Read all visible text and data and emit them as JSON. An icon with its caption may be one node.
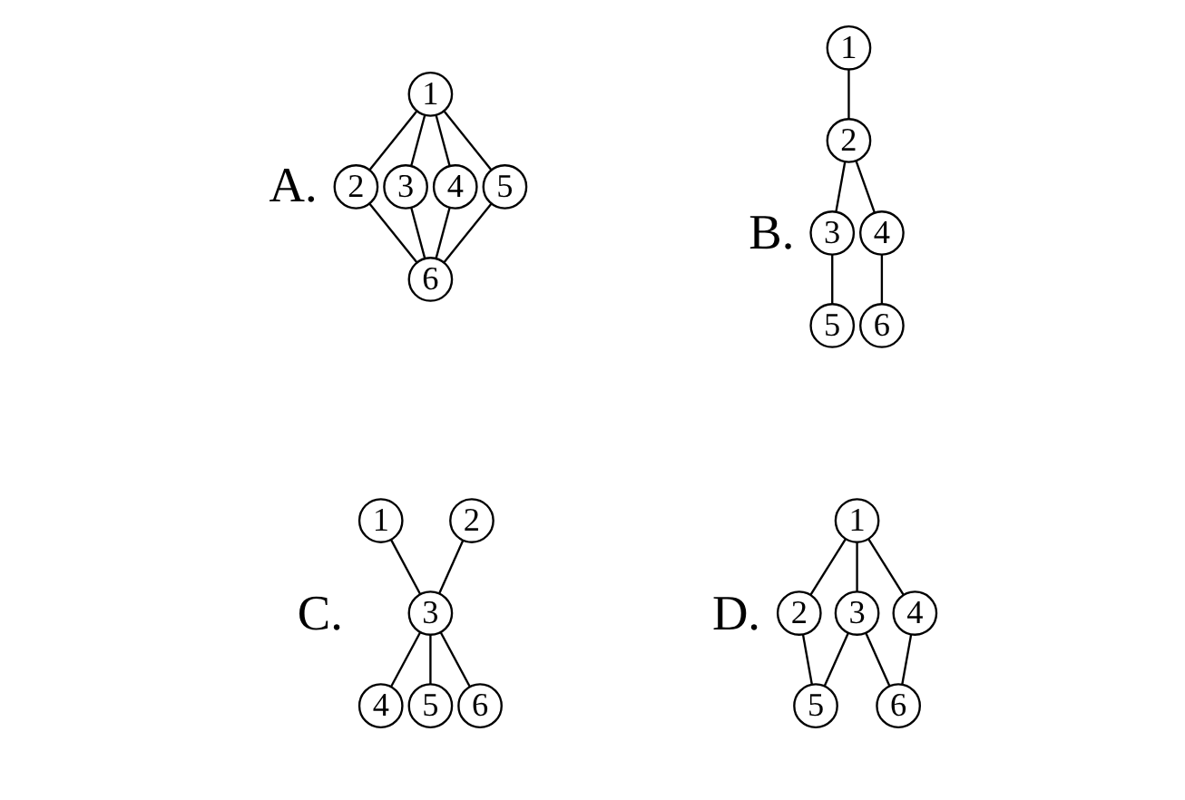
{
  "diagram": {
    "nodes": [
      {
        "text": [
          "1"
        ]
      },
      {
        "text": [
          "2"
        ]
      },
      {
        "text": [
          "3"
        ]
      },
      {
        "text": [
          "4"
        ]
      },
      {
        "text": [
          "5"
        ]
      },
      {
        "text": [
          "6"
        ]
      },
      {
        "text": [
          "1"
        ]
      },
      {
        "text": [
          "2"
        ]
      },
      {
        "text": [
          "3"
        ]
      },
      {
        "text": [
          "4"
        ]
      },
      {
        "text": [
          "5"
        ]
      },
      {
        "text": [
          "6"
        ]
      },
      {
        "text": [
          "1"
        ]
      },
      {
        "text": [
          "2"
        ]
      },
      {
        "text": [
          "3"
        ]
      },
      {
        "text": [
          "4"
        ]
      },
      {
        "text": [
          "5"
        ]
      },
      {
        "text": [
          "6"
        ]
      },
      {
        "text": [
          "1"
        ]
      },
      {
        "text": [
          "2"
        ]
      },
      {
        "text": [
          "3"
        ]
      },
      {
        "text": [
          "4"
        ]
      },
      {
        "text": [
          "5"
        ]
      },
      {
        "text": [
          "6"
        ]
      }
    ],
    "edges": [
      {
        "from": 0,
        "to": 1,
        "arrow": "none"
      },
      {
        "from": 0,
        "to": 2,
        "arrow": "none"
      },
      {
        "from": 0,
        "to": 3,
        "arrow": "none"
      },
      {
        "from": 0,
        "to": 4,
        "arrow": "none"
      },
      {
        "from": 1,
        "to": 5,
        "arrow": "none"
      },
      {
        "from": 2,
        "to": 5,
        "arrow": "none"
      },
      {
        "from": 3,
        "to": 5,
        "arrow": "none"
      },
      {
        "from": 4,
        "to": 5,
        "arrow": "none"
      },
      {
        "from": 6,
        "to": 7,
        "arrow": "none"
      },
      {
        "from": 7,
        "to": 8,
        "arrow": "none"
      },
      {
        "from": 7,
        "to": 9,
        "arrow": "none"
      },
      {
        "from": 8,
        "to": 10,
        "arrow": "none"
      },
      {
        "from": 9,
        "to": 11,
        "arrow": "none"
      },
      {
        "from": 12,
        "to": 14,
        "arrow": "none"
      },
      {
        "from": 13,
        "to": 14,
        "arrow": "none"
      },
      {
        "from": 14,
        "to": 15,
        "arrow": "none"
      },
      {
        "from": 14,
        "to": 16,
        "arrow": "none"
      },
      {
        "from": 14,
        "to": 17,
        "arrow": "none"
      },
      {
        "from": 18,
        "to": 19,
        "arrow": "none"
      },
      {
        "from": 18,
        "to": 20,
        "arrow": "none"
      },
      {
        "from": 18,
        "to": 21,
        "arrow": "none"
      },
      {
        "from": 19,
        "to": 22,
        "arrow": "none"
      },
      {
        "from": 20,
        "to": 22,
        "arrow": "none"
      },
      {
        "from": 20,
        "to": 23,
        "arrow": "none"
      },
      {
        "from": 21,
        "to": 23,
        "arrow": "none"
      }
    ],
    "labels": [
      "A.",
      "B.",
      "C.",
      "D."
    ]
  }
}
